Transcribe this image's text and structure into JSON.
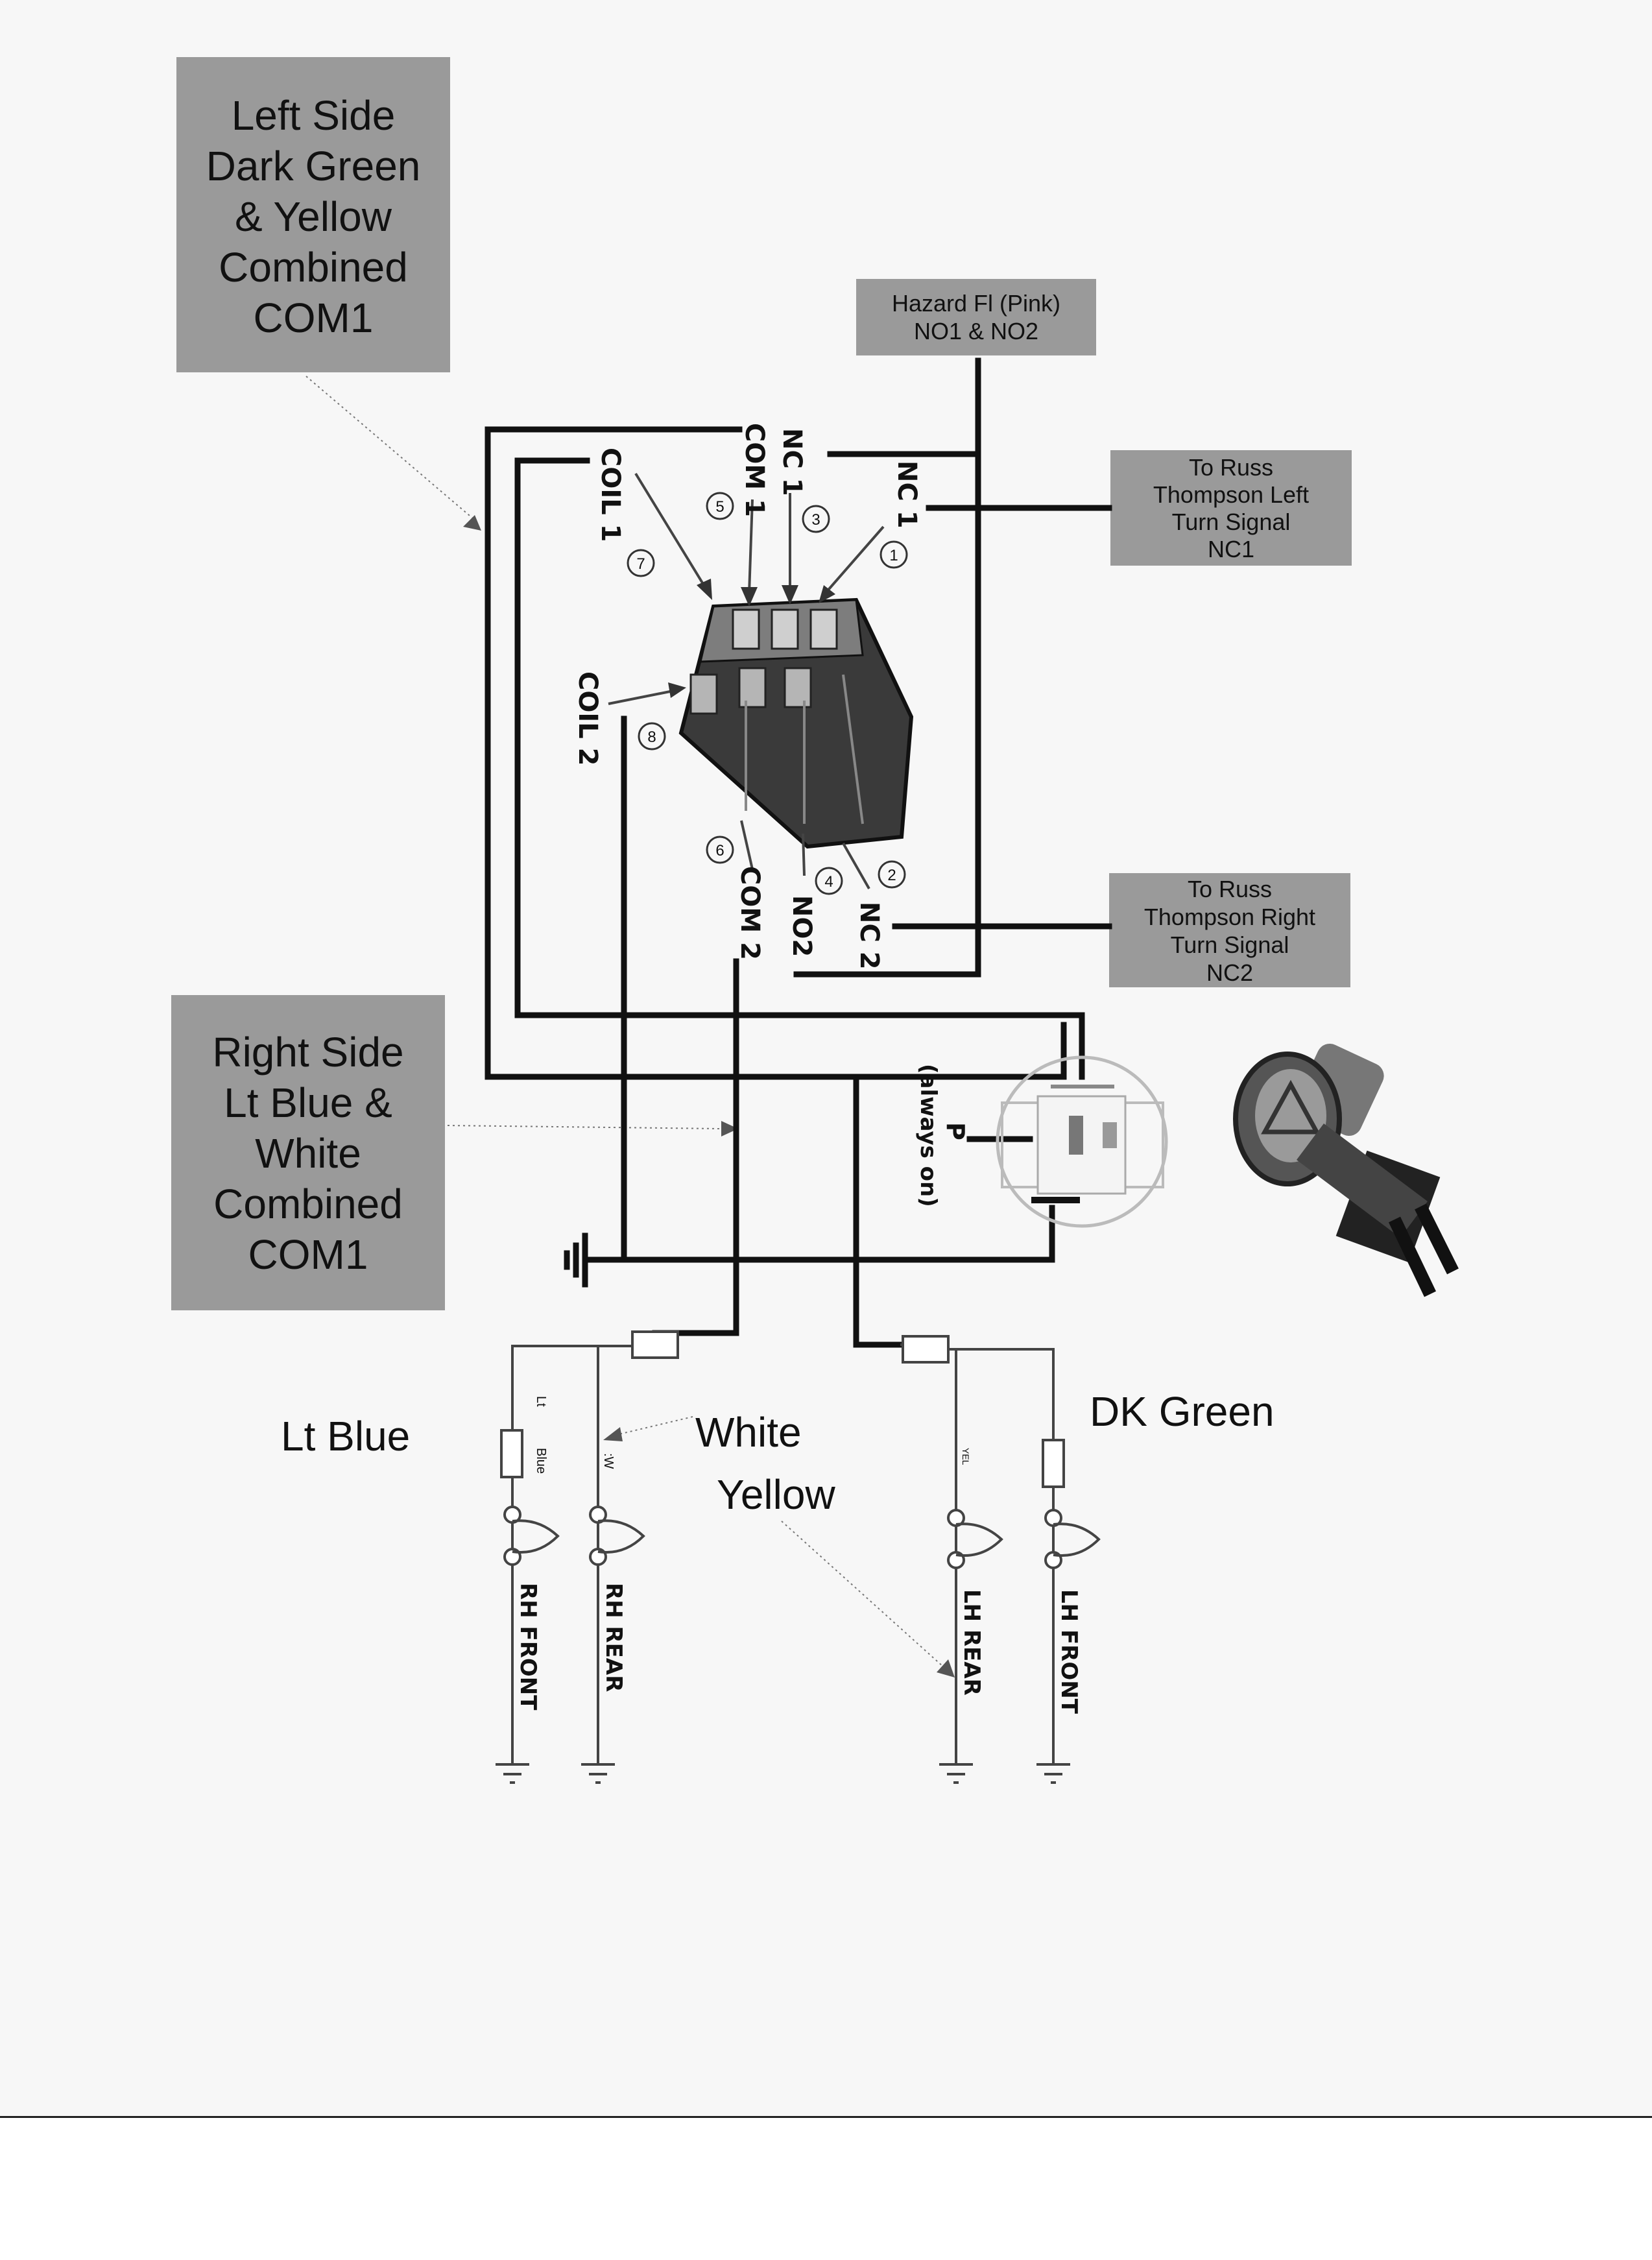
{
  "boxes": {
    "left_side": [
      "Left Side",
      "Dark Green",
      "& Yellow",
      "Combined",
      "COM1"
    ],
    "hazard": [
      "Hazard Fl (Pink)",
      "NO1 & NO2"
    ],
    "to_left": [
      "To Russ",
      "Thompson Left",
      "Turn Signal",
      "NC1"
    ],
    "to_right": [
      "To Russ",
      "Thompson Right",
      "Turn Signal",
      "NC2"
    ],
    "right_side": [
      "Right Side",
      "Lt Blue &",
      "White",
      "Combined",
      "COM1"
    ]
  },
  "relay": {
    "top_labels": [
      "COIL 1",
      "COM 1",
      "NC 1",
      "NC 1"
    ],
    "coil2": "COIL 2",
    "bottom_labels": [
      "COM 2",
      "NO2",
      "NC 2"
    ],
    "pins": [
      "1",
      "2",
      "3",
      "4",
      "5",
      "6",
      "7",
      "8"
    ]
  },
  "switch": {
    "p_label": "P",
    "always_on": "(always on)"
  },
  "lamps": {
    "labels": [
      "RH FRONT",
      "RH REAR",
      "LH REAR",
      "LH FRONT"
    ],
    "small_lt_blue": [
      "Lt",
      "Blue"
    ],
    "small_w": ":W",
    "small_yel": "YEL"
  },
  "colors": {
    "lt_blue": "Lt Blue",
    "white": "White",
    "yellow": "Yellow",
    "dk_green": "DK Green"
  },
  "palette": {
    "box_fill": "#9a9a9a",
    "wire": "#111111",
    "relay_body": "#333333"
  }
}
